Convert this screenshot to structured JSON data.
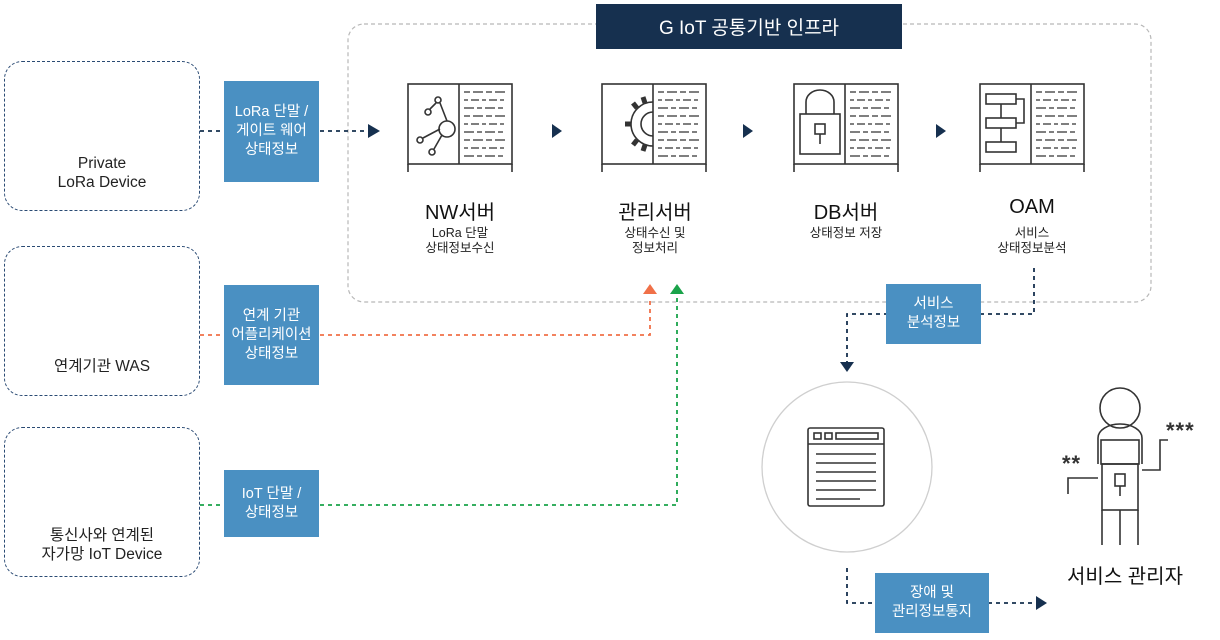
{
  "infra": {
    "title": "G IoT 공통기반 인프라"
  },
  "sources": [
    {
      "label": "Private\nLoRa Device",
      "icon": "funnel-gateway-icon"
    },
    {
      "label": "연계기관 WAS",
      "icon": "monitor-server-icon"
    },
    {
      "label": "통신사와 연계된\n자가망 IoT Device",
      "icon": "antenna-tower-icon"
    }
  ],
  "tags": {
    "lora": "LoRa 단말 /\n게이트 웨어\n상태정보",
    "app": "연계 기관\n어플리케이션\n상태정보",
    "iot": "IoT 단말 /\n상태정보",
    "analysis": "서비스\n분석정보",
    "notify": "장애 및\n관리정보통지"
  },
  "servers": [
    {
      "name": "NW서버",
      "desc": "LoRa 단말\n상태정보수신",
      "icon": "network-server-icon"
    },
    {
      "name": "관리서버",
      "desc": "상태수신 및\n정보처리",
      "icon": "gear-server-icon"
    },
    {
      "name": "DB서버",
      "desc": "상태정보 저장",
      "icon": "lock-server-icon"
    },
    {
      "name": "OAM",
      "desc": "서비스\n상태정보분석",
      "icon": "flowchart-server-icon"
    }
  ],
  "manager": {
    "label": "서비스 관리자",
    "icon": "service-manager-icon",
    "left_code": "**",
    "right_code": "***"
  },
  "colors": {
    "navy": "#16304f",
    "tag_blue": "#4a90c2",
    "dash_navy": "#2a4a73",
    "orange": "#f07048",
    "green": "#1aa34a"
  }
}
